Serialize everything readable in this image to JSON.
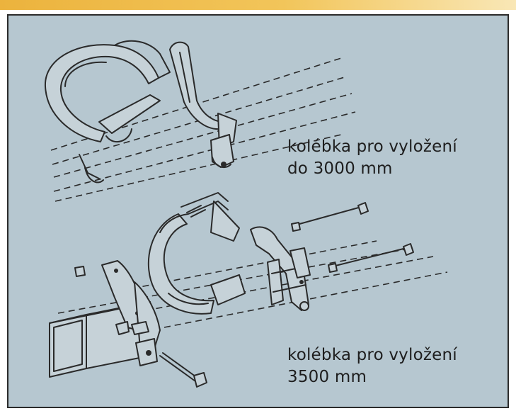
{
  "captions": {
    "upper": {
      "line1": "kolébka pro vyložení",
      "line2": "do 3000 mm"
    },
    "lower": {
      "line1": "kolébka pro vyložení",
      "line2": "3500 mm"
    }
  },
  "colors": {
    "panel_background": "#b6c7d0",
    "panel_border": "#2b2b2b",
    "top_band": "#ecb33d",
    "line_art": "#2a2a2a"
  }
}
